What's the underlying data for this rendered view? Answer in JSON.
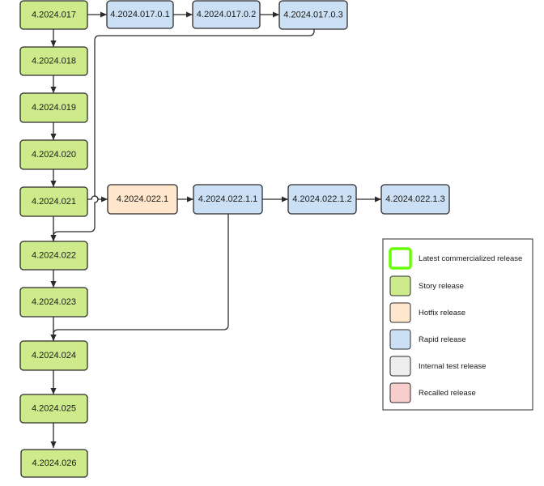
{
  "colors": {
    "story": "#cdeb8b",
    "hotfix": "#ffe6cc",
    "rapid": "#cce0f5",
    "internal": "#eeeeee",
    "recalled": "#f8cecc",
    "latest_border": "#66ff00"
  },
  "nodes": {
    "n017": "4.2024.017",
    "n018": "4.2024.018",
    "n019": "4.2024.019",
    "n020": "4.2024.020",
    "n021": "4.2024.021",
    "n022": "4.2024.022",
    "n023": "4.2024.023",
    "n024": "4.2024.024",
    "n025": "4.2024.025",
    "n026": "4.2024.026",
    "r0171": "4.2024.017.0.1",
    "r0172": "4.2024.017.0.2",
    "r0173": "4.2024.017.0.3",
    "h0221": "4.2024.022.1",
    "r02211": "4.2024.022.1.1",
    "r02212": "4.2024.022.1.2",
    "r02213": "4.2024.022.1.3"
  },
  "legend": {
    "latest": "Latest commercialized release",
    "story": "Story release",
    "hotfix": "Hotfix release",
    "rapid": "Rapid release",
    "internal": "Internal test release",
    "recalled": "Recalled release"
  }
}
